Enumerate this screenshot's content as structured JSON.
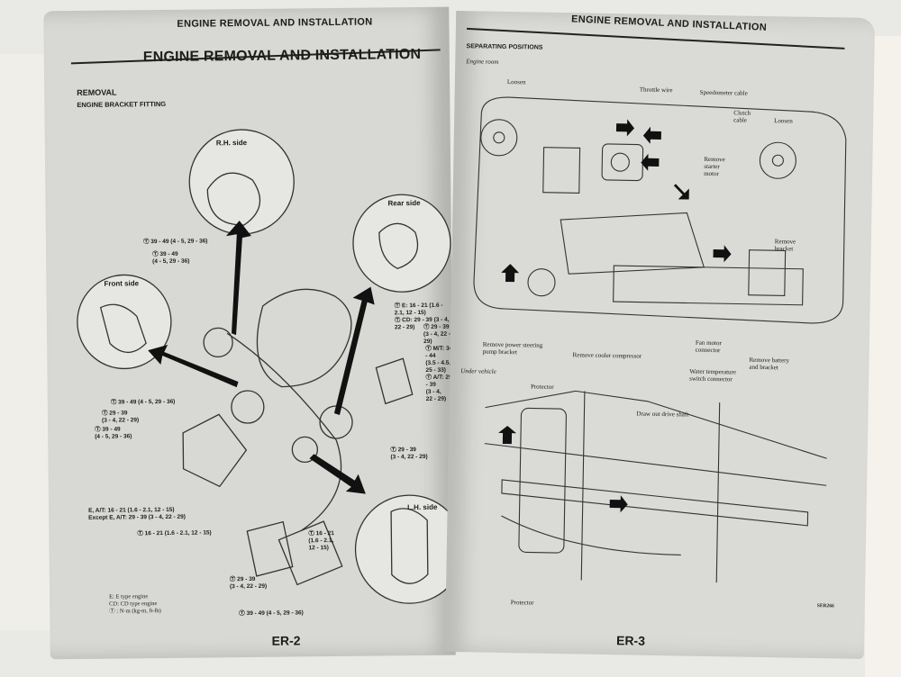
{
  "left_page": {
    "running_header": "ENGINE REMOVAL AND INSTALLATION",
    "title": "ENGINE REMOVAL AND INSTALLATION",
    "section": "REMOVAL",
    "subsection": "ENGINE BRACKET FITTING",
    "callouts": [
      "R.H. side",
      "Front side",
      "Rear side",
      "L.H. side"
    ],
    "torque_labels": [
      "Ⓣ 39 - 49 (4 - 5, 29 - 36)",
      "Ⓣ 39 - 49\n(4 - 5, 29 - 36)",
      "Ⓣ E: 16 - 21 (1.6 - 2.1, 12 - 15)\nⓉ CD: 29 - 39 (3 - 4, 22 - 29)",
      "Ⓣ 29 - 39\n(3 - 4, 22 - 29)",
      "Ⓣ M/T: 34 - 44\n(3.5 - 4.5, 25 - 33)\nⓉ A/T: 29 - 39\n(3 - 4,\n22 - 29)",
      "Ⓣ 39 - 49 (4 - 5, 29 - 36)",
      "Ⓣ 29 - 39\n(3 - 4, 22 - 29)",
      "Ⓣ 39 - 49\n(4 - 5, 29 - 36)",
      "E, A/T:  16 - 21 (1.6 - 2.1, 12 - 15)\nExcept E, A/T:  29 - 39 (3 - 4, 22 - 29)",
      "Ⓣ 16 - 21 (1.6 - 2.1, 12 - 15)",
      "Ⓣ 29 - 39\n(3 - 4, 22 - 29)",
      "Ⓣ 16 - 21\n(1.6 - 2.1,\n12 - 15)",
      "Ⓣ 29 - 39\n(3 - 4, 22 - 29)",
      "Ⓣ 39 - 49 (4 - 5, 29 - 36)"
    ],
    "legend": "E:  E type engine\nCD:  CD type engine\nⓉ :  N·m (kg-m, ft-lb)",
    "page_number": "ER-2"
  },
  "right_page": {
    "running_header": "ENGINE REMOVAL AND INSTALLATION",
    "section": "SEPARATING POSITIONS",
    "engine_room_label": "Engine room",
    "engine_room_labels": [
      "Loosen",
      "Throttle wire",
      "Speedometer cable",
      "Clutch\ncable",
      "Loosen",
      "Remove\nstarter\nmotor",
      "Remove\nbracket",
      "Remove power steering\npump bracket",
      "Remove cooler compressor",
      "Fan motor\nconnector",
      "Water temperature\nswitch connector",
      "Remove battery\nand bracket"
    ],
    "under_vehicle_label": "Under vehicle",
    "under_vehicle_labels": [
      "Protector",
      "Draw out drive shaft",
      "Protector"
    ],
    "figure_id": "SER266",
    "page_number": "ER-3"
  }
}
